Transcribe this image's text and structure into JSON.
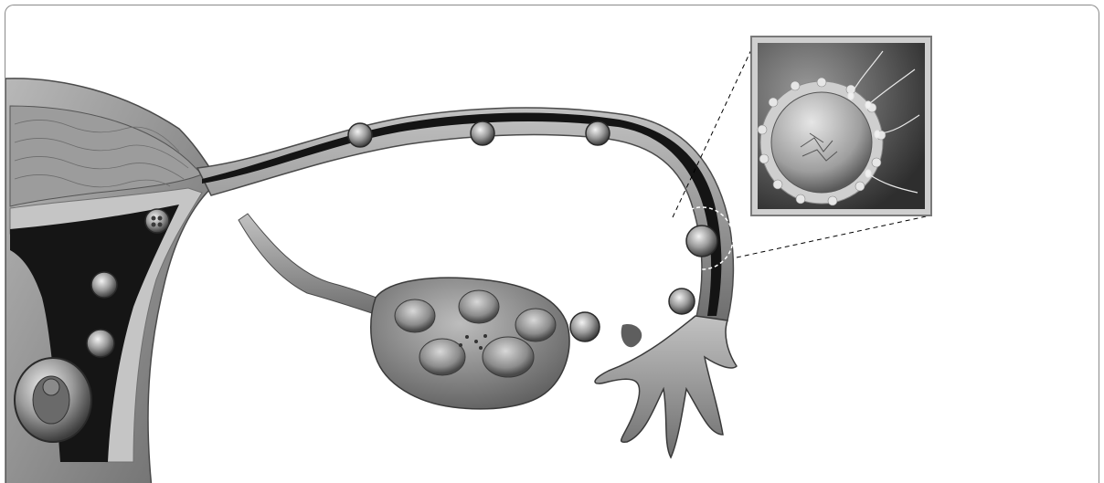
{
  "figure": {
    "type": "anatomical-illustration",
    "palette": {
      "background": "#ffffff",
      "frame_border": "#8a8a8a",
      "tissue_light": "#a9a9a9",
      "tissue_mid": "#7a7a7a",
      "tissue_dark": "#3a3a3a",
      "lumen": "#121212",
      "callout_line": "#000000"
    },
    "structures": [
      "uterus-wall",
      "uterine-cavity",
      "fallopian-tube",
      "ovary",
      "ovarian-follicles",
      "released-egg",
      "fimbriae",
      "embryo-stages",
      "implanted-embryo",
      "fertilization-site",
      "fertilization-inset"
    ],
    "inset": {
      "subject": "egg-surrounded-by-sperm",
      "style": "zoom-callout-dashed"
    }
  }
}
